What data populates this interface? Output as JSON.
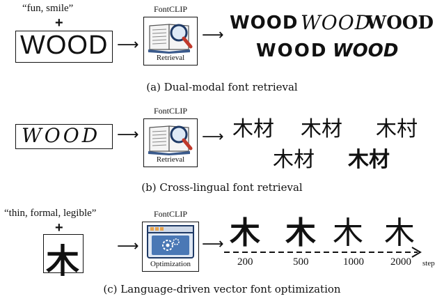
{
  "panel_a": {
    "query_text": "“fun, smile”",
    "plus": "+",
    "input_word": "WOOD",
    "module_title": "FontCLIP",
    "tool_label": "Retrieval",
    "outputs_row1": [
      "WOOD",
      "WOOD",
      "WOOD"
    ],
    "outputs_row2": [
      "WOOD",
      "WOOD"
    ],
    "caption": "(a) Dual-modal font retrieval"
  },
  "panel_b": {
    "input_word": "WOOD",
    "module_title": "FontCLIP",
    "tool_label": "Retrieval",
    "outputs_row1": [
      "木材",
      "木材",
      "木村"
    ],
    "outputs_row2": [
      "木材",
      "木材"
    ],
    "caption": "(b) Cross-lingual font retrieval"
  },
  "panel_c": {
    "query_text": "“thin, formal, legible”",
    "plus": "+",
    "input_glyph": "木",
    "module_title": "FontCLIP",
    "tool_label": "Optimization",
    "glyphs": [
      "木",
      "木",
      "木",
      "木"
    ],
    "steps": [
      "200",
      "500",
      "1000",
      "2000"
    ],
    "axis_label": "step",
    "caption": "(c) Language-driven vector font optimization"
  },
  "colors": {
    "ink": "#111111",
    "book_blue": "#3a5a8c",
    "magnifier_red": "#c0392b",
    "tool_blue": "#4a78b5"
  }
}
